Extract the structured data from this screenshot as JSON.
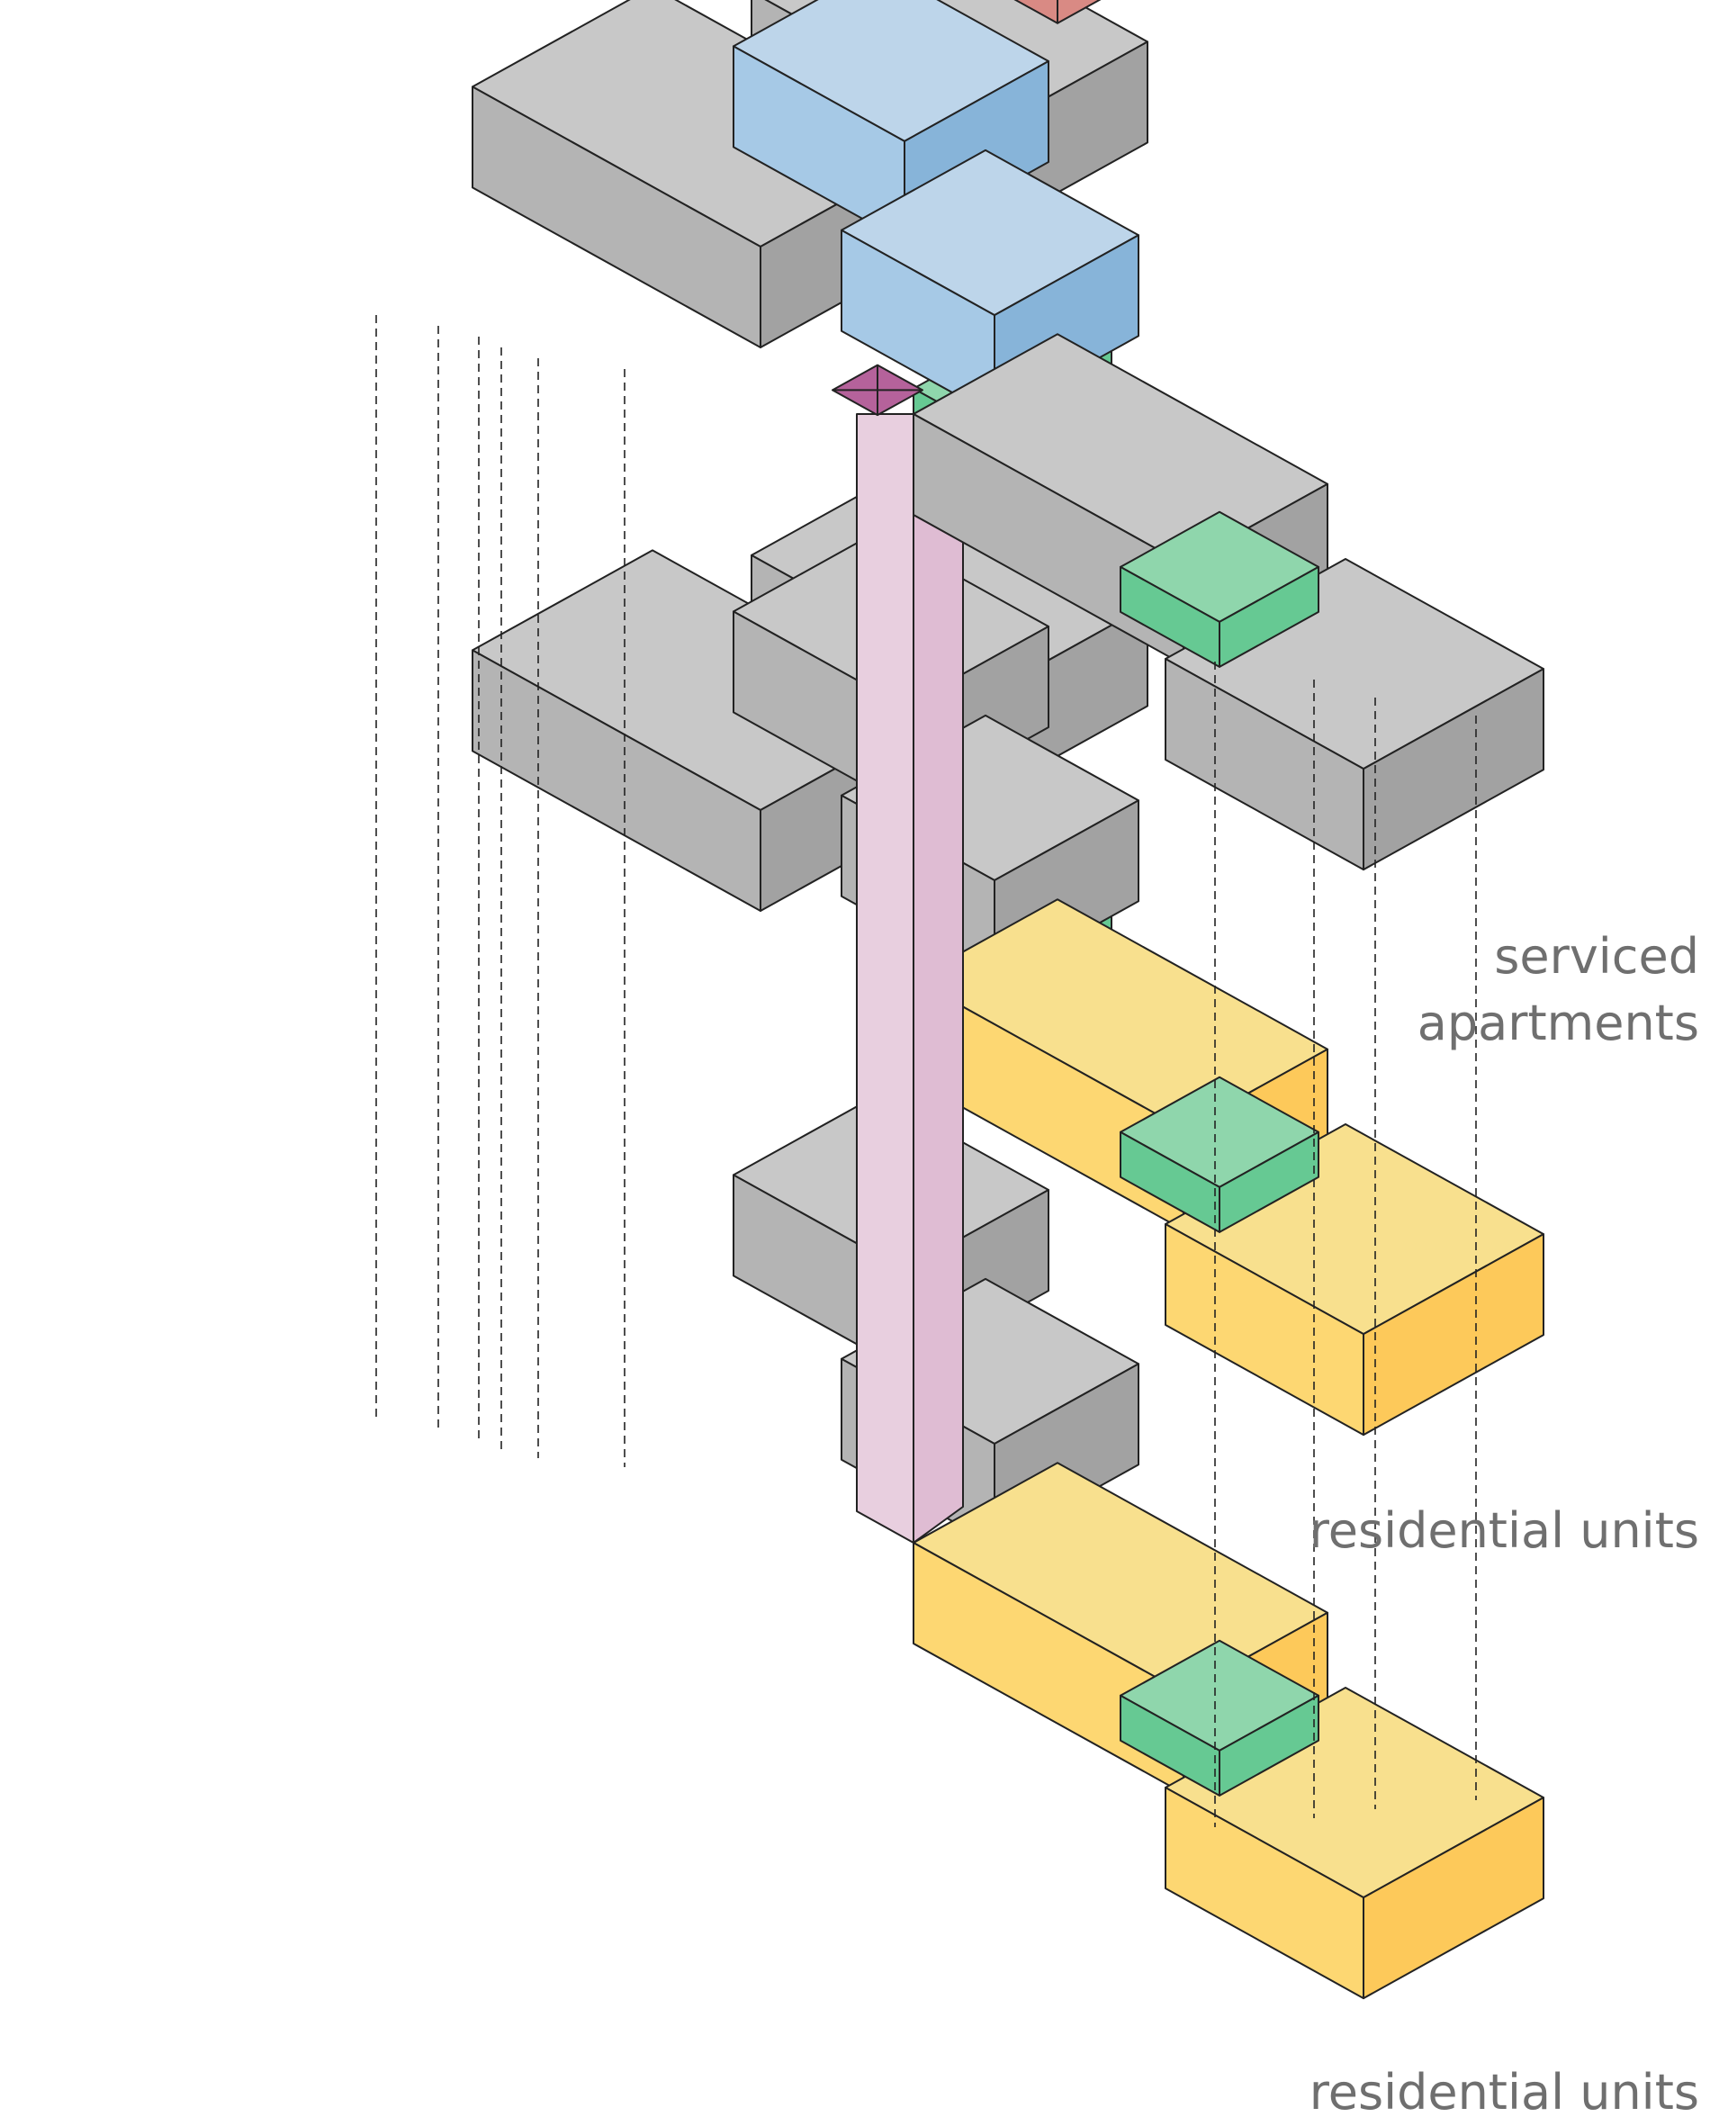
{
  "labels": {
    "serviced_line1": "serviced",
    "serviced_line2": "apartments",
    "residential_middle": "residential units",
    "residential_bottom": "residential units"
  },
  "colors": {
    "blue_top": "#bdd5ea",
    "blue_left": "#a6c9e6",
    "blue_right": "#87b4d9",
    "gray_top": "#c8c8c8",
    "gray_left": "#b4b4b4",
    "gray_right": "#a2a2a2",
    "yellow_top": "#f8e08e",
    "yellow_left": "#fdd772",
    "yellow_right": "#fdc95a",
    "green_top": "#8fd6ac",
    "green_side": "#66c993",
    "red_top": "#e6b8b3",
    "red_side": "#d98a84",
    "pink_left": "#e8cfdf",
    "pink_right": "#dfbcd3",
    "purple": "#b5629b",
    "line": "#222222",
    "label_text": "#6f6f6f"
  }
}
